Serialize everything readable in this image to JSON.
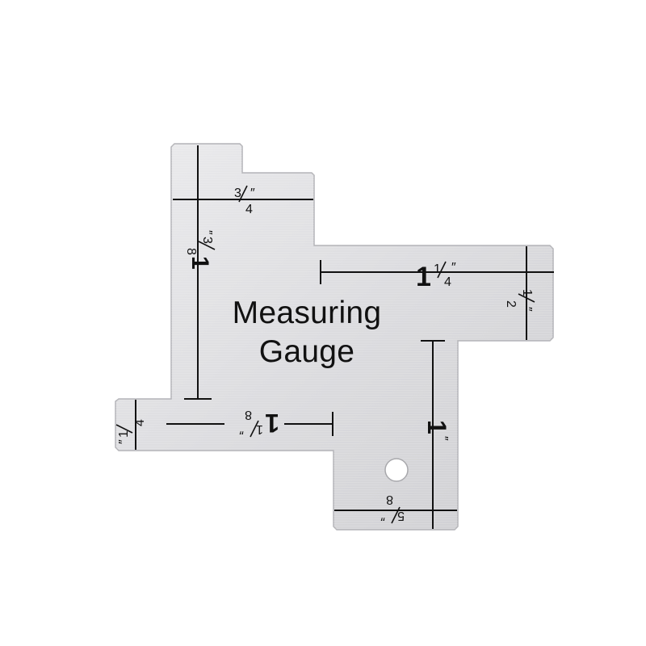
{
  "product": {
    "title_line1": "Measuring",
    "title_line2": "Gauge"
  },
  "marks": {
    "three_quarter": {
      "whole": "",
      "num": "3",
      "den": "4",
      "unit": "″"
    },
    "one_three_eighths": {
      "whole": "1",
      "num": "3",
      "den": "8",
      "unit": "″"
    },
    "one_one_quarter": {
      "whole": "1",
      "num": "1",
      "den": "4",
      "unit": "″"
    },
    "one_half": {
      "whole": "",
      "num": "1",
      "den": "2",
      "unit": "″"
    },
    "one_quarter": {
      "whole": "",
      "num": "1",
      "den": "4",
      "unit": "″"
    },
    "one_one_eighth": {
      "whole": "1",
      "num": "1",
      "den": "8",
      "unit": "″"
    },
    "one_inch": {
      "whole": "1",
      "unit": "″"
    },
    "five_eighths": {
      "whole": "",
      "num": "5",
      "den": "8",
      "unit": "″"
    }
  },
  "colors": {
    "metal_light": "#e4e4e6",
    "metal_dark": "#c9c9cc",
    "ink": "#111111",
    "background": "#ffffff"
  }
}
